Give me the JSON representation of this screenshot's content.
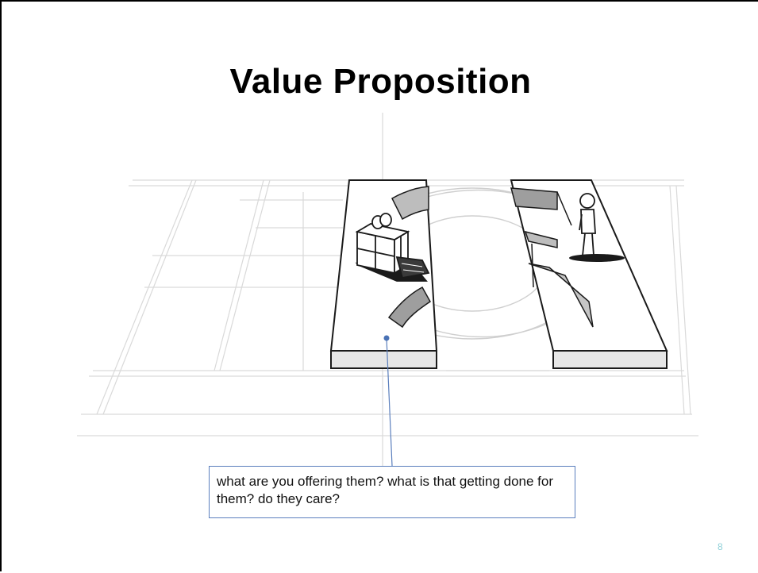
{
  "slide": {
    "title": "Value Proposition",
    "callout_text": "what are you offering them? what is that getting done for them? do they care?",
    "page_number": "8"
  },
  "illustration": {
    "gift_icon": "gift-box-icon",
    "person_icon": "person-icon",
    "colors": {
      "sketch": "#1a1a1a",
      "faint_grid": "#d6d6d6",
      "callout_border": "#5b7fbd",
      "page_number": "#8fd0d8"
    }
  }
}
